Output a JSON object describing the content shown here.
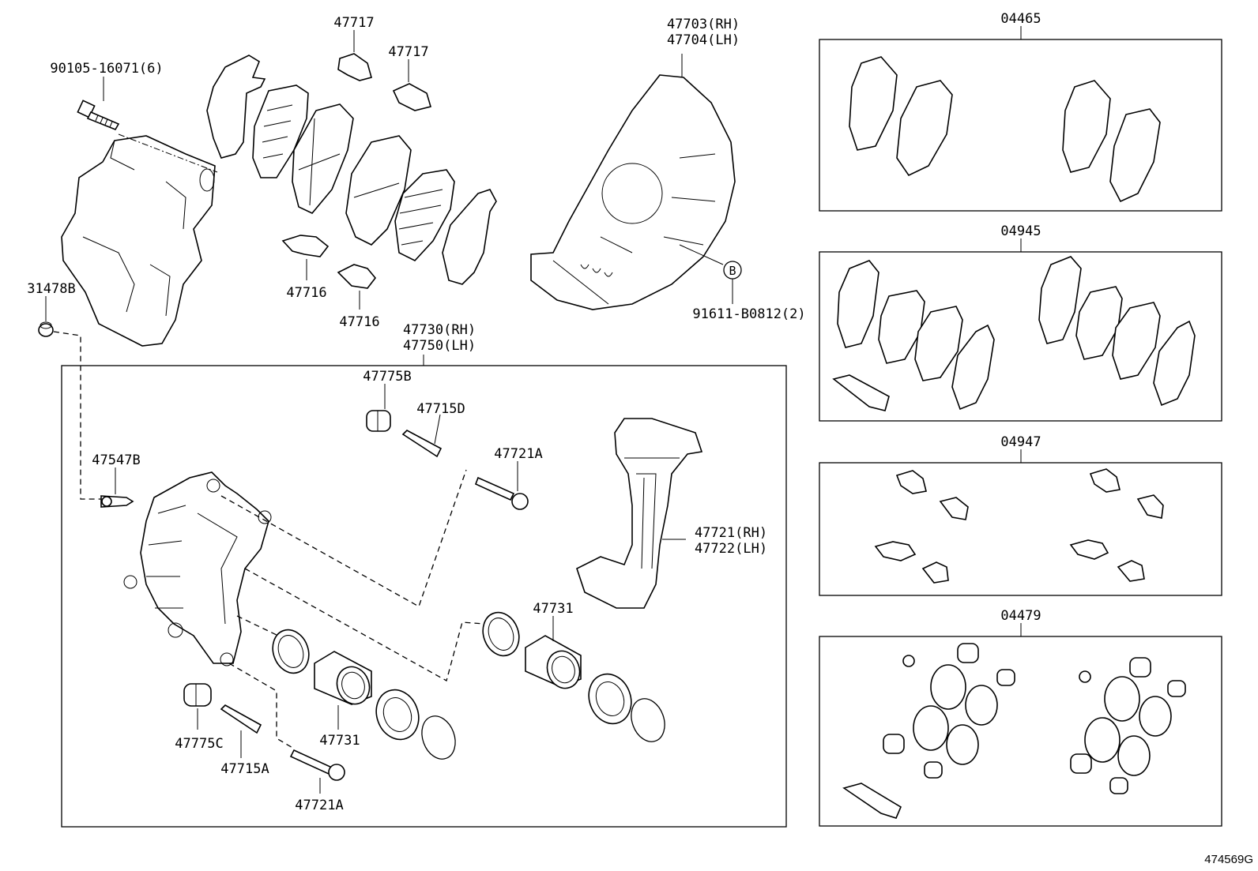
{
  "diagram_code": "474569G",
  "labels": {
    "bolt_90105": "90105-16071(6)",
    "cap_31478": "31478B",
    "clip_47717_a": "47717",
    "clip_47717_b": "47717",
    "shield_rh": "47703(RH)",
    "shield_lh": "47704(LH)",
    "clip_47716_a": "47716",
    "clip_47716_b": "47716",
    "ref_b": "B",
    "screw_91611": "91611-B0812(2)",
    "caliper_rh": "47730(RH)",
    "caliper_lh": "47750(LH)",
    "boot_47775b": "47775B",
    "pin_47715d": "47715D",
    "bolt_47721a_top": "47721A",
    "bleeder_47547b": "47547B",
    "mount_rh": "47721(RH)",
    "mount_lh": "47722(LH)",
    "piston_47731_right": "47731",
    "boot_47775c": "47775C",
    "piston_47731_left": "47731",
    "pin_47715a": "47715A",
    "bolt_47721a_bottom": "47721A"
  },
  "kits": [
    {
      "code": "04465"
    },
    {
      "code": "04945"
    },
    {
      "code": "04947"
    },
    {
      "code": "04479"
    }
  ]
}
